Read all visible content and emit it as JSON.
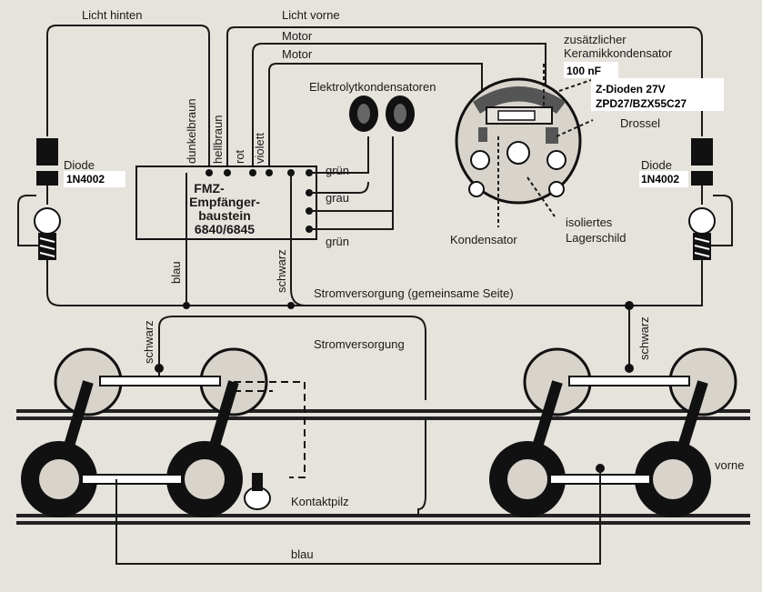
{
  "labels": {
    "licht_hinten": "Licht hinten",
    "licht_vorne": "Licht vorne",
    "motor1": "Motor",
    "motor2": "Motor",
    "zusaetzlicher": "zusätzlicher",
    "keramik": "Keramikkondensator",
    "nf100": "100 nF",
    "zdioden1": "Z-Dioden 27V",
    "zdioden2": "ZPD27/BZX55C27",
    "drossel": "Drossel",
    "elko": "Elektrolytkondensatoren",
    "dunkelbraun": "dunkelbraun",
    "hellbraun": "hellbraun",
    "rot": "rot",
    "violett": "violett",
    "gruen1": "grün",
    "grau": "grau",
    "gruen2": "grün",
    "fmz1": "FMZ-",
    "fmz2": "Empfänger-",
    "fmz3": "baustein",
    "fmz4": "6840/6845",
    "diode_left": "Diode",
    "diode_left_type": "1N4002",
    "diode_right": "Diode",
    "diode_right_type": "1N4002",
    "kondensator": "Kondensator",
    "isoliertes": "isoliertes",
    "lagerschild": "Lagerschild",
    "blau_top": "blau",
    "schwarz_mid": "schwarz",
    "stromversorgung_gem": "Stromversorgung (gemeinsame Seite)",
    "schwarz_left": "schwarz",
    "schwarz_right": "schwarz",
    "stromversorgung": "Stromversorgung",
    "kontaktpilz": "Kontaktpilz",
    "vorne": "vorne",
    "blau_bottom": "blau"
  }
}
